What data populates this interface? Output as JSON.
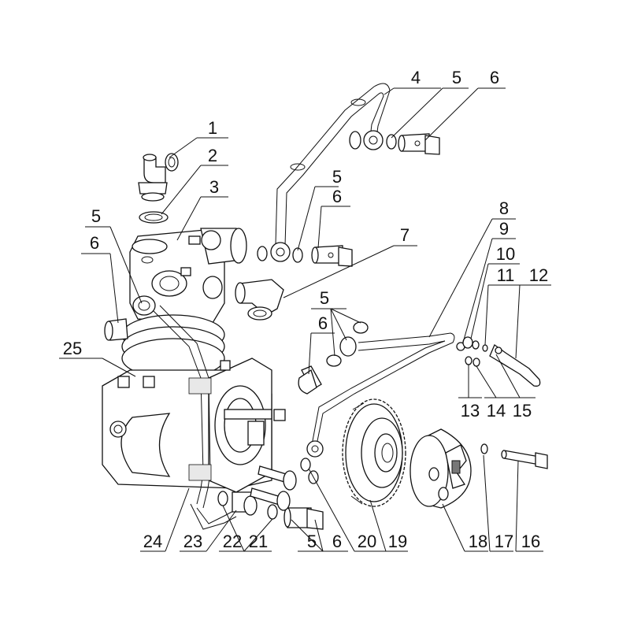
{
  "callouts": [
    {
      "id": "c1",
      "label": "1"
    },
    {
      "id": "c2",
      "label": "2"
    },
    {
      "id": "c3",
      "label": "3"
    },
    {
      "id": "c4",
      "label": "4"
    },
    {
      "id": "c5a",
      "label": "5"
    },
    {
      "id": "c6a",
      "label": "6"
    },
    {
      "id": "c5b",
      "label": "5"
    },
    {
      "id": "c6b",
      "label": "6"
    },
    {
      "id": "c5c",
      "label": "5"
    },
    {
      "id": "c6c",
      "label": "6"
    },
    {
      "id": "c7",
      "label": "7"
    },
    {
      "id": "c8",
      "label": "8"
    },
    {
      "id": "c9",
      "label": "9"
    },
    {
      "id": "c10",
      "label": "10"
    },
    {
      "id": "c11",
      "label": "11"
    },
    {
      "id": "c12",
      "label": "12"
    },
    {
      "id": "c5d",
      "label": "5"
    },
    {
      "id": "c6d",
      "label": "6"
    },
    {
      "id": "c25",
      "label": "25"
    },
    {
      "id": "c13",
      "label": "13"
    },
    {
      "id": "c14",
      "label": "14"
    },
    {
      "id": "c15",
      "label": "15"
    },
    {
      "id": "c24",
      "label": "24"
    },
    {
      "id": "c23",
      "label": "23"
    },
    {
      "id": "c22",
      "label": "22"
    },
    {
      "id": "c21",
      "label": "21"
    },
    {
      "id": "c5e",
      "label": "5"
    },
    {
      "id": "c6e",
      "label": "6"
    },
    {
      "id": "c20",
      "label": "20"
    },
    {
      "id": "c19",
      "label": "19"
    },
    {
      "id": "c18",
      "label": "18"
    },
    {
      "id": "c17",
      "label": "17"
    },
    {
      "id": "c16",
      "label": "16"
    }
  ]
}
